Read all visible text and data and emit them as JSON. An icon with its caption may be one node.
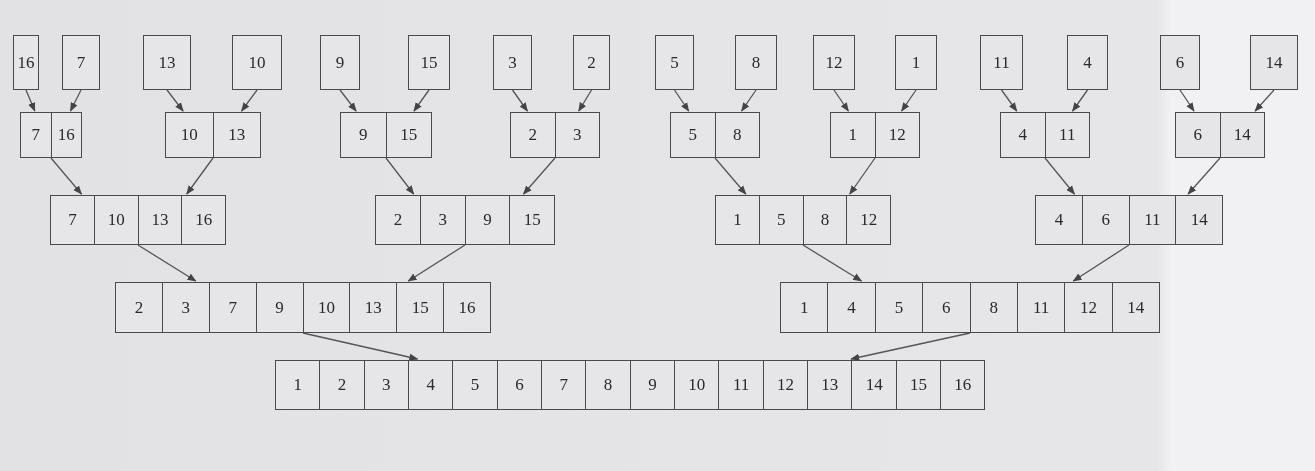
{
  "diagram": {
    "nodes": [
      {
        "text": [
          "16"
        ]
      },
      {
        "text": [
          "7"
        ]
      },
      {
        "text": [
          "13"
        ]
      },
      {
        "text": [
          "10"
        ]
      },
      {
        "text": [
          "9"
        ]
      },
      {
        "text": [
          "15"
        ]
      },
      {
        "text": [
          "3"
        ]
      },
      {
        "text": [
          "2"
        ]
      },
      {
        "text": [
          "5"
        ]
      },
      {
        "text": [
          "8"
        ]
      },
      {
        "text": [
          "12"
        ]
      },
      {
        "text": [
          "1"
        ]
      },
      {
        "text": [
          "11"
        ]
      },
      {
        "text": [
          "4"
        ]
      },
      {
        "text": [
          "6"
        ]
      },
      {
        "text": [
          "14"
        ]
      },
      {
        "text": [
          "7",
          "16"
        ]
      },
      {
        "text": [
          "10",
          "13"
        ]
      },
      {
        "text": [
          "9",
          "15"
        ]
      },
      {
        "text": [
          "2",
          "3"
        ]
      },
      {
        "text": [
          "5",
          "8"
        ]
      },
      {
        "text": [
          "1",
          "12"
        ]
      },
      {
        "text": [
          "4",
          "11"
        ]
      },
      {
        "text": [
          "6",
          "14"
        ]
      },
      {
        "text": [
          "7",
          "10",
          "13",
          "16"
        ]
      },
      {
        "text": [
          "2",
          "3",
          "9",
          "15"
        ]
      },
      {
        "text": [
          "1",
          "5",
          "8",
          "12"
        ]
      },
      {
        "text": [
          "4",
          "6",
          "11",
          "14"
        ]
      },
      {
        "text": [
          "2",
          "3",
          "7",
          "9",
          "10",
          "13",
          "15",
          "16"
        ]
      },
      {
        "text": [
          "1",
          "4",
          "5",
          "6",
          "8",
          "11",
          "12",
          "14"
        ]
      },
      {
        "text": [
          "1",
          "2",
          "3",
          "4",
          "5",
          "6",
          "7",
          "8",
          "9",
          "10",
          "11",
          "12",
          "13",
          "14",
          "15",
          "16"
        ]
      }
    ],
    "edges": [
      {
        "from": 0,
        "to": 16,
        "arrow": "to"
      },
      {
        "from": 1,
        "to": 16,
        "arrow": "to"
      },
      {
        "from": 2,
        "to": 17,
        "arrow": "to"
      },
      {
        "from": 3,
        "to": 17,
        "arrow": "to"
      },
      {
        "from": 4,
        "to": 18,
        "arrow": "to"
      },
      {
        "from": 5,
        "to": 18,
        "arrow": "to"
      },
      {
        "from": 6,
        "to": 19,
        "arrow": "to"
      },
      {
        "from": 7,
        "to": 19,
        "arrow": "to"
      },
      {
        "from": 8,
        "to": 20,
        "arrow": "to"
      },
      {
        "from": 9,
        "to": 20,
        "arrow": "to"
      },
      {
        "from": 10,
        "to": 21,
        "arrow": "to"
      },
      {
        "from": 11,
        "to": 21,
        "arrow": "to"
      },
      {
        "from": 12,
        "to": 22,
        "arrow": "to"
      },
      {
        "from": 13,
        "to": 22,
        "arrow": "to"
      },
      {
        "from": 14,
        "to": 23,
        "arrow": "to"
      },
      {
        "from": 15,
        "to": 23,
        "arrow": "to"
      },
      {
        "from": 16,
        "to": 24,
        "arrow": "to"
      },
      {
        "from": 17,
        "to": 24,
        "arrow": "to"
      },
      {
        "from": 18,
        "to": 25,
        "arrow": "to"
      },
      {
        "from": 19,
        "to": 25,
        "arrow": "to"
      },
      {
        "from": 20,
        "to": 26,
        "arrow": "to"
      },
      {
        "from": 21,
        "to": 26,
        "arrow": "to"
      },
      {
        "from": 22,
        "to": 27,
        "arrow": "to"
      },
      {
        "from": 23,
        "to": 27,
        "arrow": "to"
      },
      {
        "from": 24,
        "to": 28,
        "arrow": "to"
      },
      {
        "from": 25,
        "to": 28,
        "arrow": "to"
      },
      {
        "from": 26,
        "to": 29,
        "arrow": "to"
      },
      {
        "from": 27,
        "to": 29,
        "arrow": "to"
      },
      {
        "from": 28,
        "to": 30,
        "arrow": "to"
      },
      {
        "from": 29,
        "to": 30,
        "arrow": "to"
      }
    ]
  }
}
